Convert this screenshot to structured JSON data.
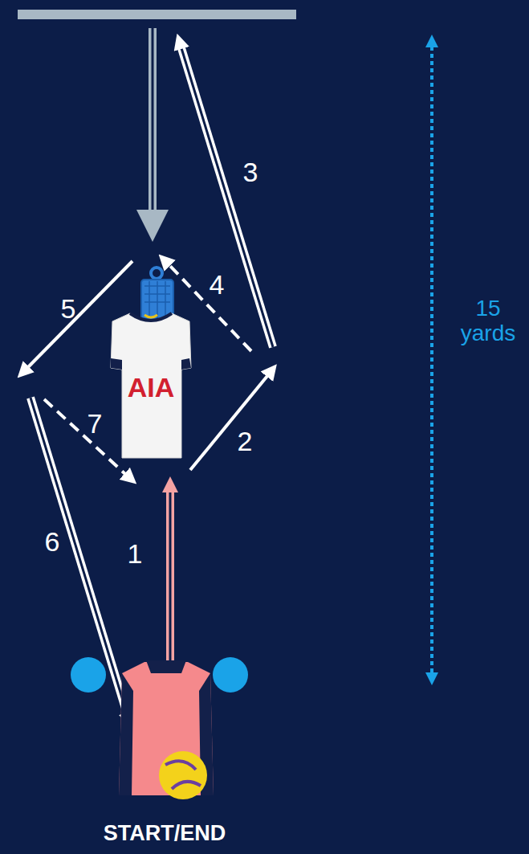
{
  "diagram": {
    "labels": [
      "3",
      "4",
      "15 yards",
      "5",
      "AIA",
      "7",
      "2",
      "6",
      "1",
      "START/END"
    ]
  }
}
